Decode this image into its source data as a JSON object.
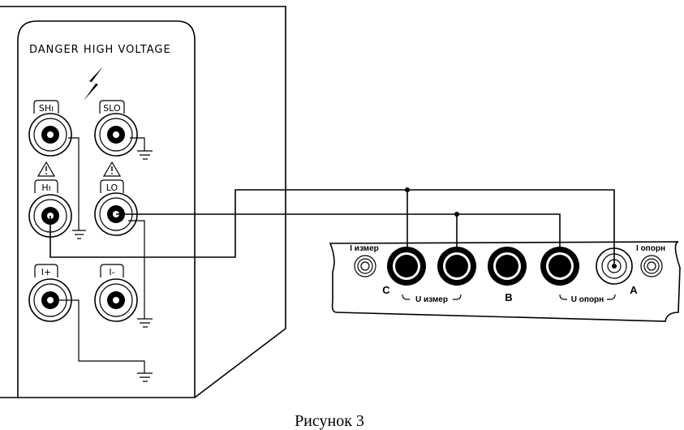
{
  "meter": {
    "warning": "DANGER HIGH VOLTAGE",
    "terminals": {
      "shi": "SHı",
      "slo": "SLO",
      "hi": "Hı",
      "lo": "LO",
      "i_plus": "I+",
      "i_minus": "I-"
    }
  },
  "panel": {
    "i_izmer": "I измер",
    "i_opor": "I опорн",
    "c": "C",
    "b": "B",
    "a": "A",
    "u_izmer": "U измер",
    "u_opor": "U опорн"
  },
  "caption": "Рисунок 3"
}
